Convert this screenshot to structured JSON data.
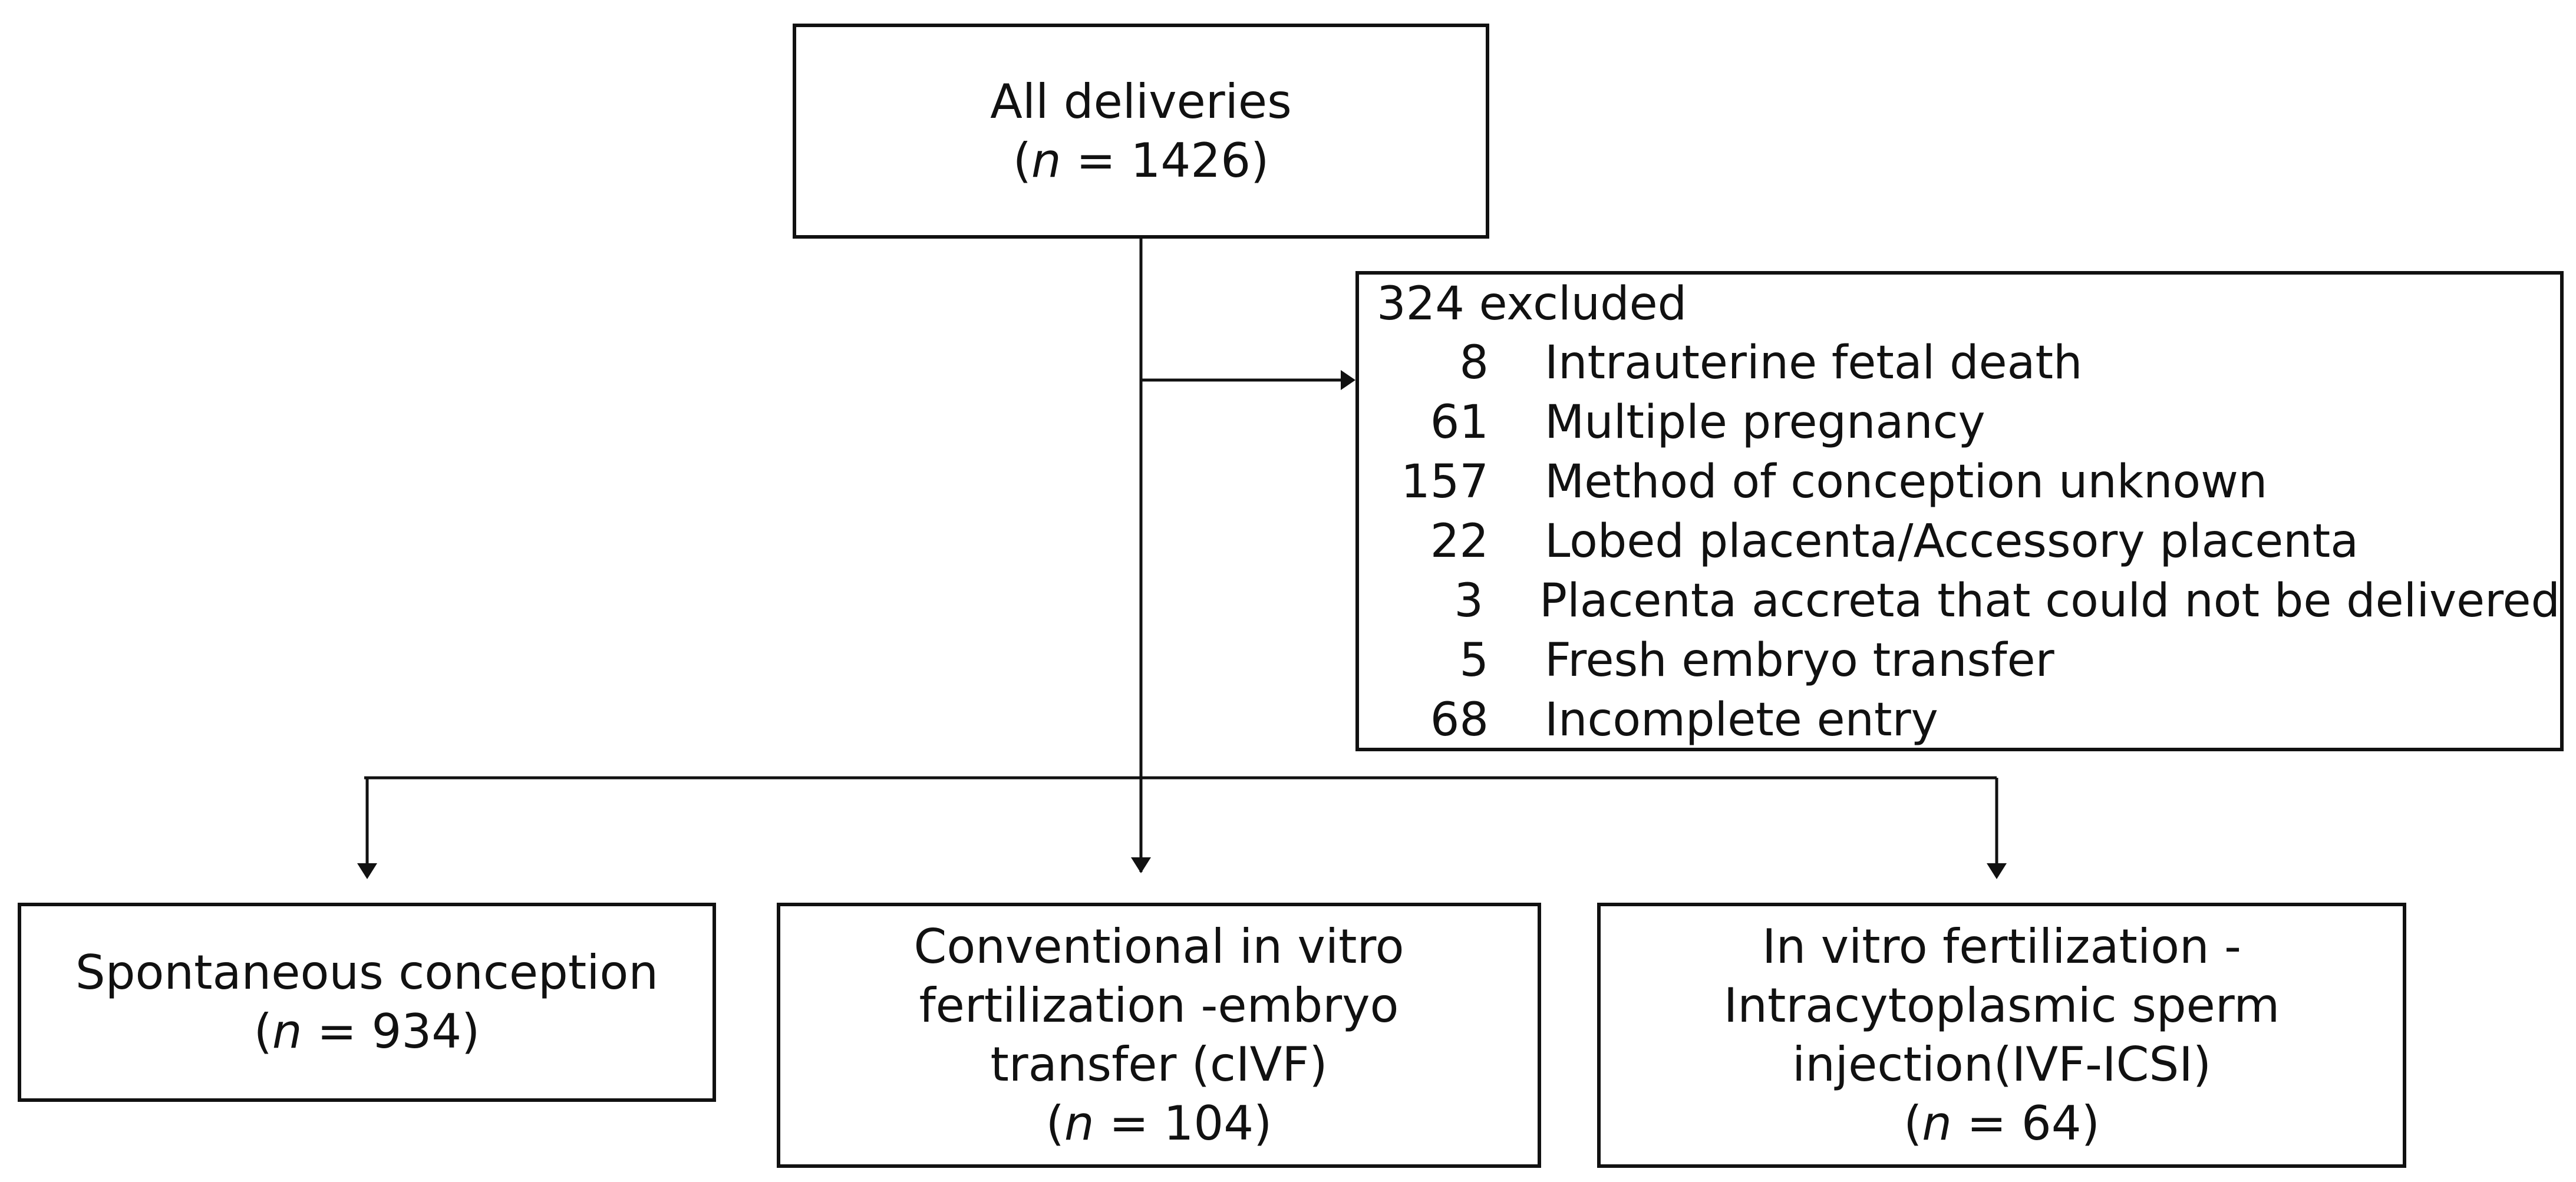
{
  "diagram": {
    "top": {
      "label": "All deliveries",
      "n_prefix": "(",
      "n_symbol": "n",
      "n_equals": " = ",
      "n_value": "1426",
      "n_suffix": ")"
    },
    "excluded": {
      "header": "324 excluded",
      "items": [
        {
          "count": "8",
          "reason": "Intrauterine fetal death"
        },
        {
          "count": "61",
          "reason": "Multiple pregnancy"
        },
        {
          "count": "157",
          "reason": "Method of conception unknown"
        },
        {
          "count": "22",
          "reason": "Lobed placenta/Accessory placenta"
        },
        {
          "count": "3",
          "reason": "Placenta accreta that could not be delivered"
        },
        {
          "count": "5",
          "reason": "Fresh embryo transfer"
        },
        {
          "count": "68",
          "reason": "Incomplete entry"
        }
      ]
    },
    "groups": [
      {
        "lines": [
          "Spontaneous conception"
        ],
        "n_value": "934"
      },
      {
        "lines": [
          "Conventional in vitro",
          "fertilization -embryo",
          "transfer (cIVF)"
        ],
        "n_value": "104"
      },
      {
        "lines": [
          "In vitro fertilization -",
          "Intracytoplasmic sperm",
          "injection(IVF-ICSI)"
        ],
        "n_value": "64"
      }
    ]
  }
}
